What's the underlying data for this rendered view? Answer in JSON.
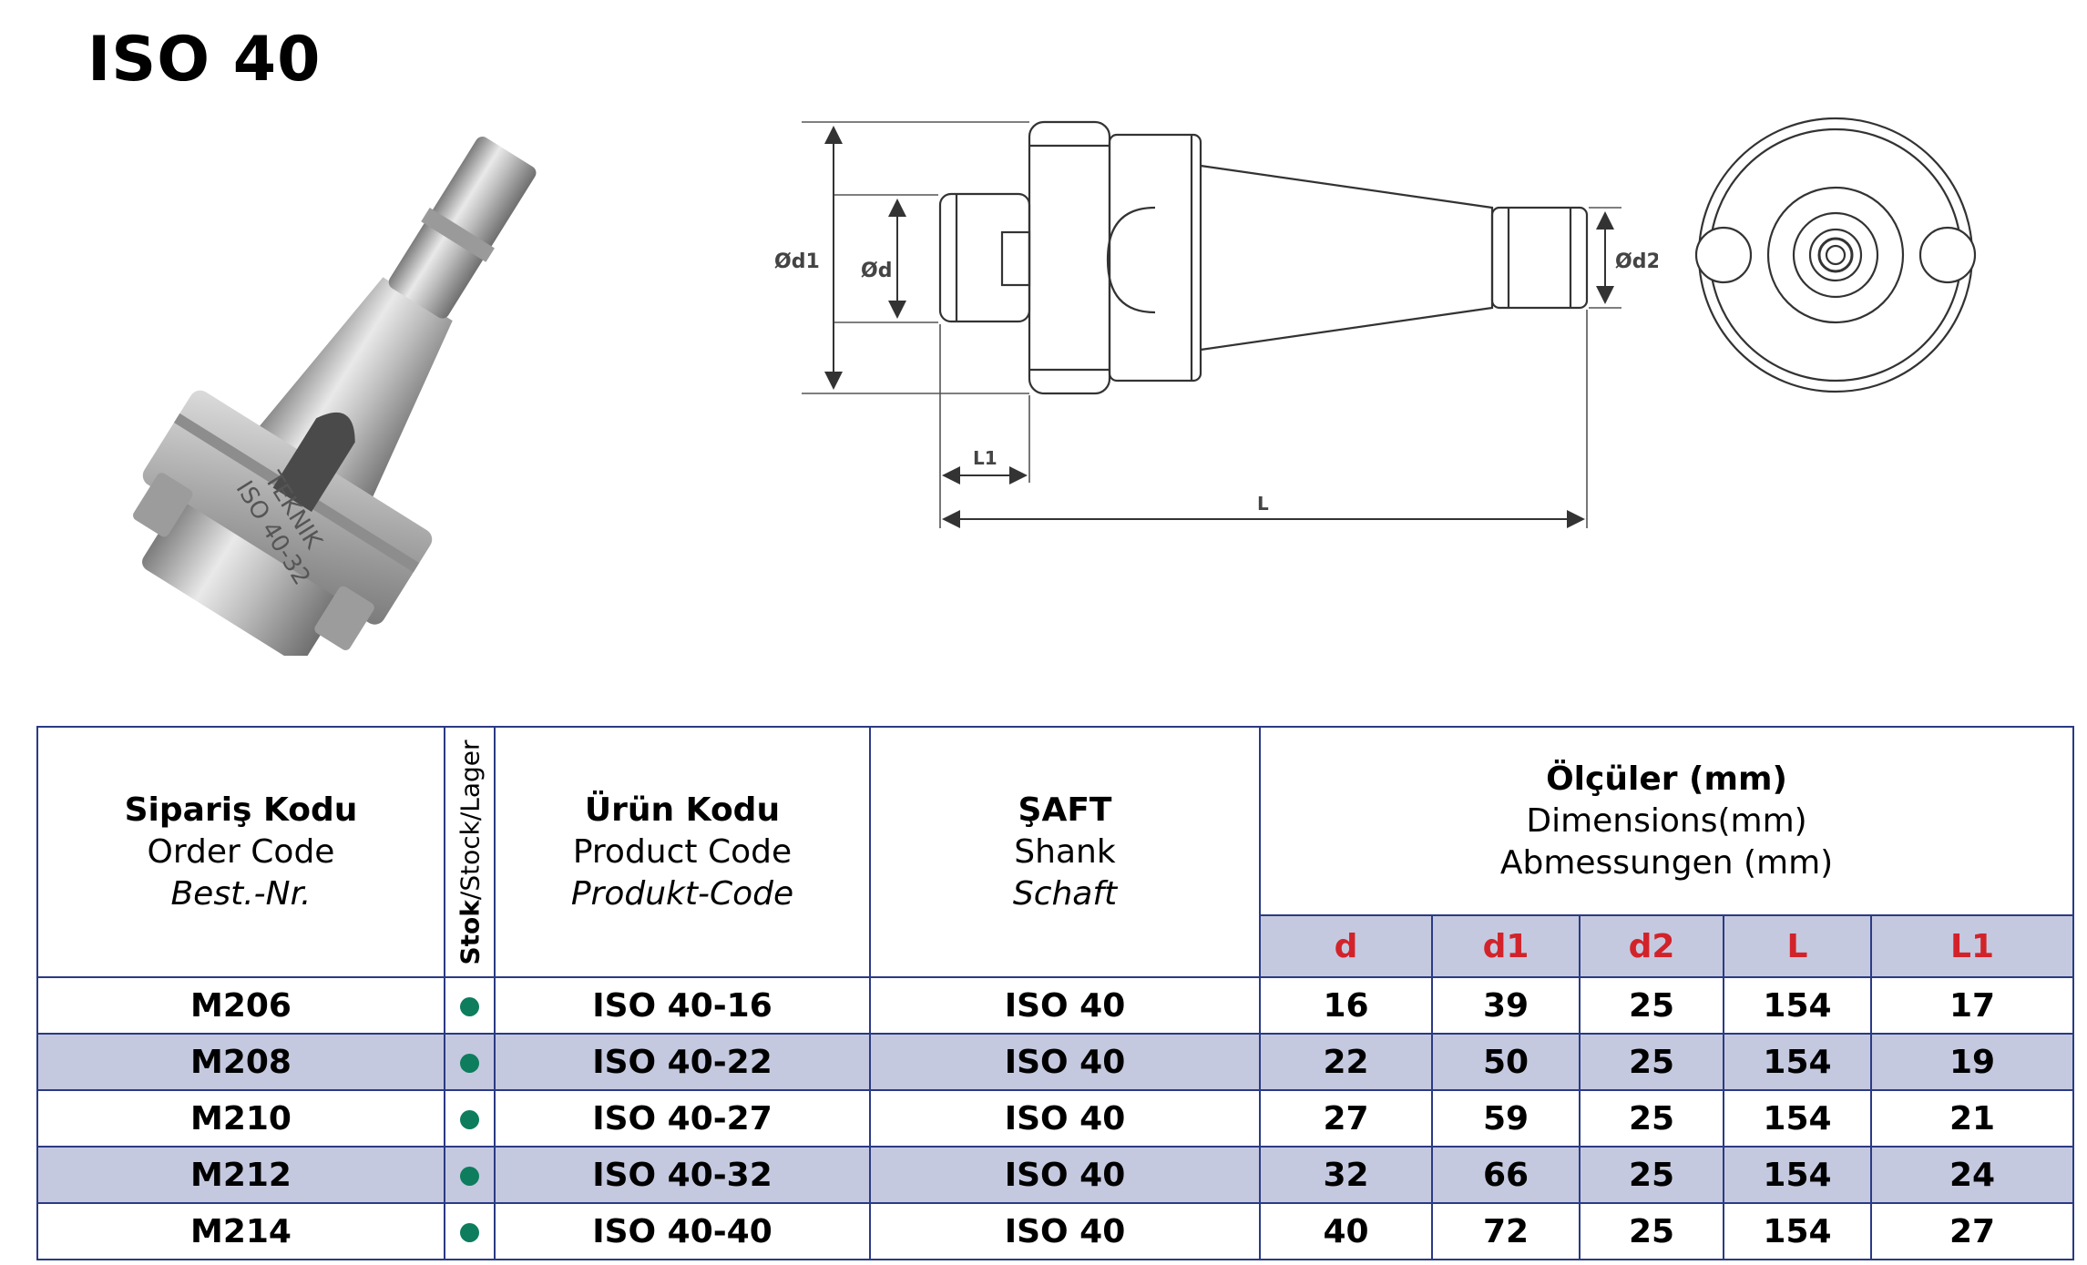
{
  "title": "ISO 40",
  "photo": {
    "engraving_brand": "TEKNIK",
    "engraving_code": "ISO 40-32"
  },
  "drawing_labels": {
    "d1": "Ød1",
    "d": "Ød",
    "d2": "Ød2",
    "L1": "L1",
    "L": "L"
  },
  "table": {
    "headers": {
      "order": {
        "tr": "Sipariş Kodu",
        "en": "Order Code",
        "de": "Best.-Nr."
      },
      "stock": {
        "tr": "Stok",
        "rest": "/Stock/Lager"
      },
      "product": {
        "tr": "Ürün Kodu",
        "en": "Product Code",
        "de": "Produkt-Code"
      },
      "shank": {
        "tr": "ŞAFT",
        "en": "Shank",
        "de": "Schaft"
      },
      "dimensions": {
        "tr": "Ölçüler (mm)",
        "en": "Dimensions(mm)",
        "de": "Abmessungen (mm)"
      }
    },
    "dim_columns": [
      "d",
      "d1",
      "d2",
      "L",
      "L1"
    ],
    "rows": [
      {
        "order": "M206",
        "in_stock": true,
        "product": "ISO 40-16",
        "shank": "ISO 40",
        "d": "16",
        "d1": "39",
        "d2": "25",
        "L": "154",
        "L1": "17"
      },
      {
        "order": "M208",
        "in_stock": true,
        "product": "ISO 40-22",
        "shank": "ISO 40",
        "d": "22",
        "d1": "50",
        "d2": "25",
        "L": "154",
        "L1": "19"
      },
      {
        "order": "M210",
        "in_stock": true,
        "product": "ISO 40-27",
        "shank": "ISO 40",
        "d": "27",
        "d1": "59",
        "d2": "25",
        "L": "154",
        "L1": "21"
      },
      {
        "order": "M212",
        "in_stock": true,
        "product": "ISO 40-32",
        "shank": "ISO 40",
        "d": "32",
        "d1": "66",
        "d2": "25",
        "L": "154",
        "L1": "24"
      },
      {
        "order": "M214",
        "in_stock": true,
        "product": "ISO 40-40",
        "shank": "ISO 40",
        "d": "40",
        "d1": "72",
        "d2": "25",
        "L": "154",
        "L1": "27"
      }
    ]
  },
  "colors": {
    "table_border": "#2b3a84",
    "row_alt_bg": "#c5c9df",
    "dim_header_text": "#d2232a",
    "stock_dot": "#0d7d5d"
  }
}
